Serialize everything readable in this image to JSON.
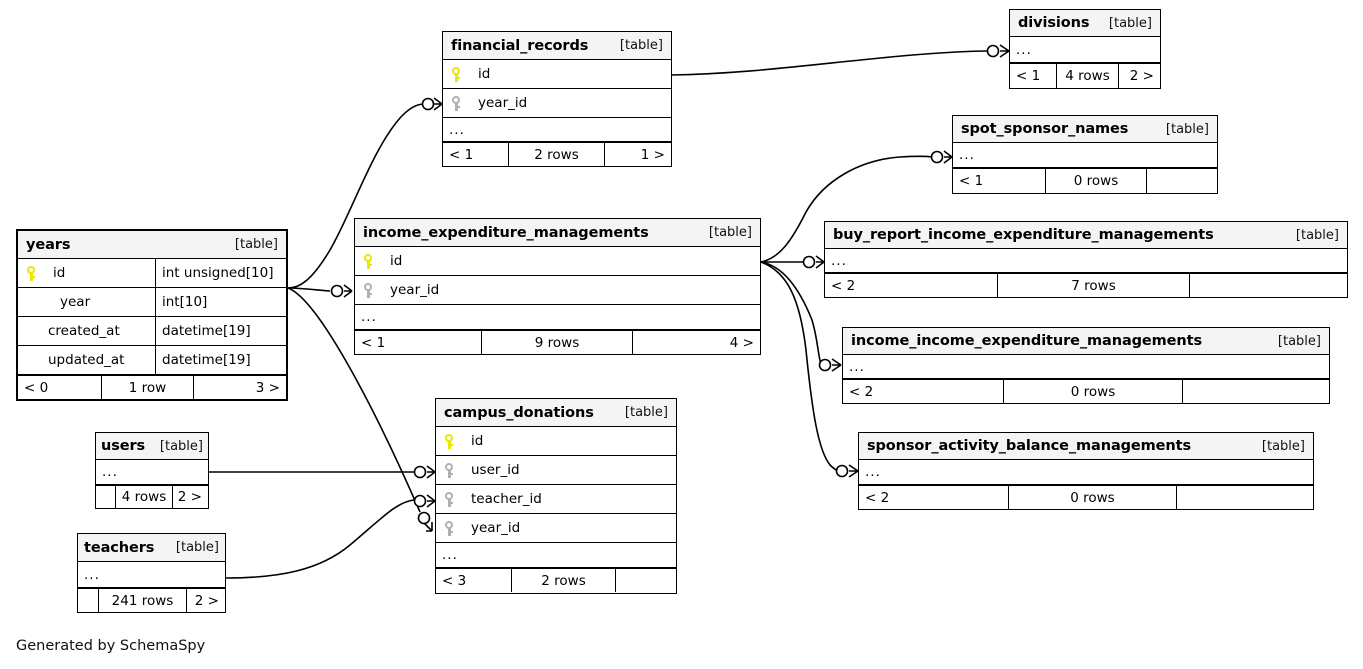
{
  "diagram": {
    "caption": "Generated by SchemaSpy",
    "table_tag": "[table]",
    "ellipsis": "...",
    "colors": {
      "pk_key": "#e8e800",
      "fk_key": "#b0b0b0",
      "header_bg": "#f4f4f4",
      "line": "#000000"
    }
  },
  "tables": [
    {
      "id": "divisions",
      "name": "divisions",
      "tag": "[table]",
      "columns": [],
      "has_ellipsis": true,
      "footer": {
        "left": "< 1",
        "middle": "4 rows",
        "right": "2 >"
      }
    },
    {
      "id": "financial_records",
      "name": "financial_records",
      "tag": "[table]",
      "columns": [
        {
          "key": "pk",
          "name": "id",
          "type": ""
        },
        {
          "key": "fk",
          "name": "year_id",
          "type": ""
        }
      ],
      "has_ellipsis": true,
      "footer": {
        "left": "< 1",
        "middle": "2 rows",
        "right": "1 >"
      }
    },
    {
      "id": "spot_sponsor_names",
      "name": "spot_sponsor_names",
      "tag": "[table]",
      "columns": [],
      "has_ellipsis": true,
      "footer": {
        "left": "< 1",
        "middle": "0 rows",
        "right": ""
      }
    },
    {
      "id": "years",
      "name": "years",
      "tag": "[table]",
      "columns": [
        {
          "key": "pk",
          "name": "id",
          "type": "int unsigned[10]"
        },
        {
          "key": "none",
          "name": "year",
          "type": "int[10]"
        },
        {
          "key": "none",
          "name": "created_at",
          "type": "datetime[19]"
        },
        {
          "key": "none",
          "name": "updated_at",
          "type": "datetime[19]"
        }
      ],
      "has_ellipsis": false,
      "footer": {
        "left": "< 0",
        "middle": "1 row",
        "right": "3 >"
      }
    },
    {
      "id": "income_expenditure_managements",
      "name": "income_expenditure_managements",
      "tag": "[table]",
      "columns": [
        {
          "key": "pk",
          "name": "id",
          "type": ""
        },
        {
          "key": "fk",
          "name": "year_id",
          "type": ""
        }
      ],
      "has_ellipsis": true,
      "footer": {
        "left": "< 1",
        "middle": "9 rows",
        "right": "4 >"
      }
    },
    {
      "id": "buy_report_income_expenditure_managements",
      "name": "buy_report_income_expenditure_managements",
      "tag": "[table]",
      "columns": [],
      "has_ellipsis": true,
      "footer": {
        "left": "< 2",
        "middle": "7 rows",
        "right": ""
      }
    },
    {
      "id": "income_income_expenditure_managements",
      "name": "income_income_expenditure_managements",
      "tag": "[table]",
      "columns": [],
      "has_ellipsis": true,
      "footer": {
        "left": "< 2",
        "middle": "0 rows",
        "right": ""
      }
    },
    {
      "id": "sponsor_activity_balance_managements",
      "name": "sponsor_activity_balance_managements",
      "tag": "[table]",
      "columns": [],
      "has_ellipsis": true,
      "footer": {
        "left": "< 2",
        "middle": "0 rows",
        "right": ""
      }
    },
    {
      "id": "users",
      "name": "users",
      "tag": "[table]",
      "columns": [],
      "has_ellipsis": true,
      "footer": {
        "left": "",
        "middle": "4 rows",
        "right": "2 >"
      }
    },
    {
      "id": "campus_donations",
      "name": "campus_donations",
      "tag": "[table]",
      "columns": [
        {
          "key": "pk",
          "name": "id",
          "type": ""
        },
        {
          "key": "fk",
          "name": "user_id",
          "type": ""
        },
        {
          "key": "fk",
          "name": "teacher_id",
          "type": ""
        },
        {
          "key": "fk",
          "name": "year_id",
          "type": ""
        }
      ],
      "has_ellipsis": true,
      "footer": {
        "left": "< 3",
        "middle": "2 rows",
        "right": ""
      }
    },
    {
      "id": "teachers",
      "name": "teachers",
      "tag": "[table]",
      "columns": [],
      "has_ellipsis": true,
      "footer": {
        "left": "",
        "middle": "241 rows",
        "right": "2 >"
      }
    }
  ],
  "relationships": [
    {
      "from": "years",
      "to": "financial_records",
      "to_column": "year_id"
    },
    {
      "from": "years",
      "to": "income_expenditure_managements",
      "to_column": "year_id"
    },
    {
      "from": "years",
      "to": "campus_donations",
      "to_column": "year_id"
    },
    {
      "from": "financial_records",
      "to": "divisions",
      "to_column": "..."
    },
    {
      "from": "income_expenditure_managements",
      "to": "spot_sponsor_names",
      "to_column": "..."
    },
    {
      "from": "income_expenditure_managements",
      "to": "buy_report_income_expenditure_managements",
      "to_column": "..."
    },
    {
      "from": "income_expenditure_managements",
      "to": "income_income_expenditure_managements",
      "to_column": "..."
    },
    {
      "from": "income_expenditure_managements",
      "to": "sponsor_activity_balance_managements",
      "to_column": "..."
    },
    {
      "from": "users",
      "to": "campus_donations",
      "to_column": "user_id"
    },
    {
      "from": "teachers",
      "to": "campus_donations",
      "to_column": "teacher_id"
    }
  ]
}
